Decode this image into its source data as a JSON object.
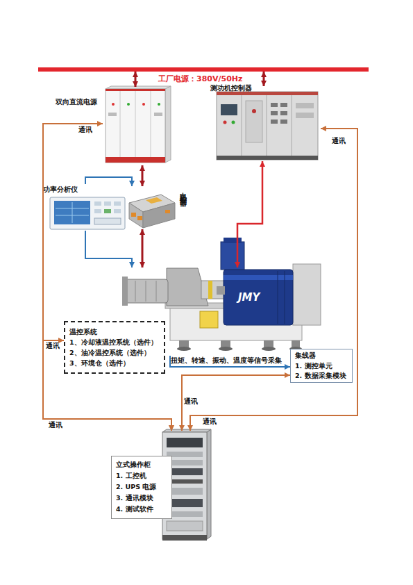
{
  "diagram": {
    "nodes": [
      {
        "text": [
          "工厂电源：380V/50Hz"
        ]
      },
      {
        "text": [
          "双向直流电源"
        ]
      },
      {
        "text": [
          "测功机控制器"
        ]
      },
      {
        "text": [
          "功率分析仪"
        ]
      },
      {
        "text": [
          "电机控制器"
        ]
      },
      {
        "text": [
          "JMY"
        ]
      },
      {
        "text": [
          "温控系统",
          "1、冷却液温控系统（选件）",
          "2、油冷温控系统（选件）",
          "3、环境仓（选件）"
        ]
      },
      {
        "text": [
          "集线器",
          "1. 测控单元",
          "2. 数据采集模块"
        ]
      },
      {
        "text": [
          "立式操作柜",
          "1. 工控机",
          "2. UPS 电源",
          "3. 通讯模块",
          "4. 测试软件"
        ]
      }
    ],
    "edges": [
      {
        "from": 0,
        "to": 1,
        "arrow": "both"
      },
      {
        "from": 0,
        "to": 2,
        "arrow": "both"
      },
      {
        "from": 1,
        "to": 4,
        "arrow": "both"
      },
      {
        "from": 2,
        "to": 5,
        "arrow": "both"
      },
      {
        "from": 4,
        "to": 5,
        "arrow": "both"
      },
      {
        "from": 3,
        "to": 4,
        "arrow": "to"
      },
      {
        "from": 3,
        "to": 5,
        "arrow": "to"
      },
      {
        "from": 5,
        "to": 7,
        "arrow": "to",
        "label": "扭矩、转速、振动、温度等信号采集"
      },
      {
        "from": 1,
        "to": 8,
        "arrow": "both",
        "label": "通讯"
      },
      {
        "from": 2,
        "to": 8,
        "arrow": "both",
        "label": "通讯"
      },
      {
        "from": 6,
        "to": 8,
        "arrow": "both",
        "label": "通讯"
      },
      {
        "from": 7,
        "to": 8,
        "arrow": "both",
        "label": "通讯"
      }
    ],
    "labels": [
      "通讯",
      "通讯"
    ]
  }
}
